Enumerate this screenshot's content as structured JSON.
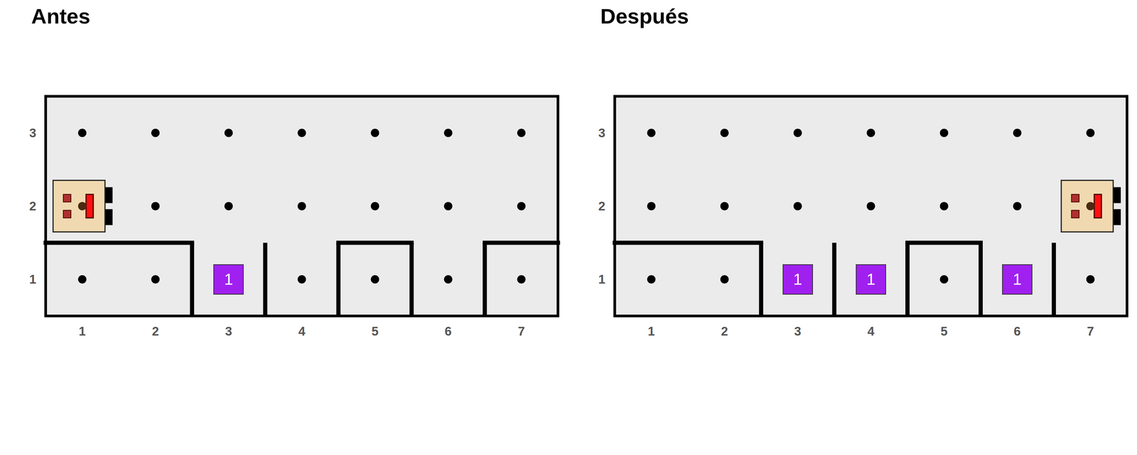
{
  "diagram": {
    "nodes": [
      {
        "text": [
          "1"
        ]
      },
      {
        "text": [
          "1"
        ]
      },
      {
        "text": [
          "1"
        ]
      },
      {
        "text": [
          "1"
        ]
      }
    ],
    "labels": [
      "Antes",
      "3",
      "2",
      "1",
      "1",
      "2",
      "3",
      "4",
      "5",
      "6",
      "7",
      "Después",
      "3",
      "2",
      "1",
      "1",
      "2",
      "3",
      "4",
      "5",
      "6",
      "7"
    ]
  }
}
